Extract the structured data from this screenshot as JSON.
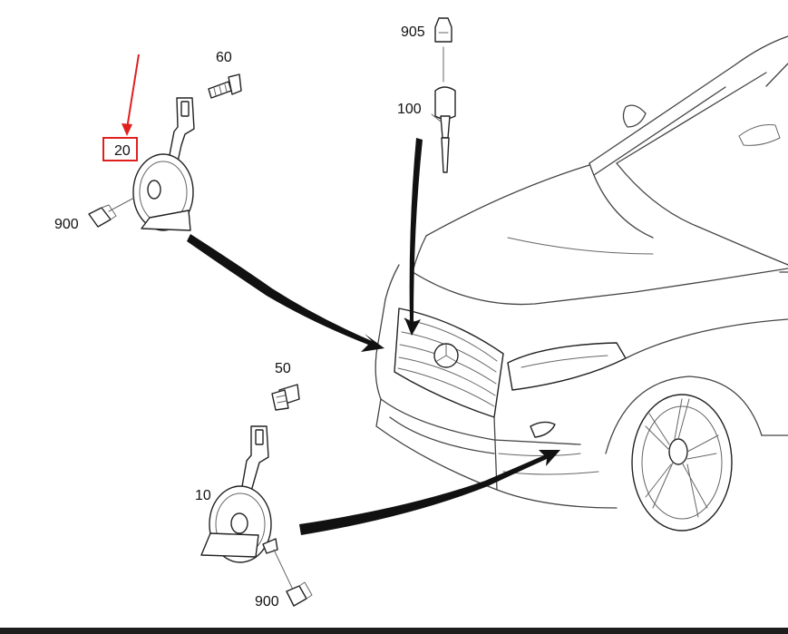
{
  "labels": {
    "horn_upper": "20",
    "horn_lower": "10",
    "screw_upper": "60",
    "screw_lower": "50",
    "connector_upper": "900",
    "connector_lower": "900",
    "sensor": "100",
    "sensor_connector": "905"
  },
  "highlight_color": "#e0201e",
  "arrow_color": "#111111"
}
